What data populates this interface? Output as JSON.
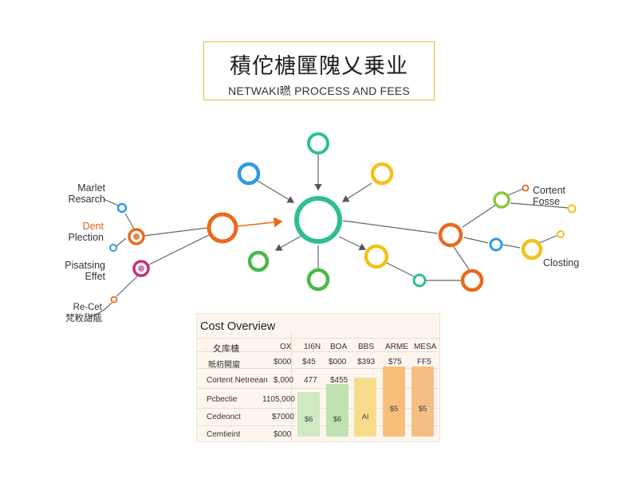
{
  "header": {
    "title": "積佗榶匰隗乂乗业",
    "subtitle": "NETWAKI㬗 PROCESS AND FEES"
  },
  "colors": {
    "green": "#2fbf8f",
    "orange": "#ea6a1c",
    "blue": "#2e9be0",
    "yellow": "#f2c21a",
    "lime": "#4cb848",
    "magenta": "#c0307a",
    "gold_border": "#e0b84a",
    "arrow": "#555555"
  },
  "labels": {
    "market_research": "Marlet\nResarch",
    "point_plection": "Plection",
    "point_prefix": "Dent",
    "pisatsing": "Pisatsing\nEffet",
    "recet": "Re-Cet\n梵敉甜瓹",
    "content_fosse": "Cortent\nFosse",
    "closting": "Closting"
  },
  "cost": {
    "title": "Cost Overview",
    "columns": [
      "夂库榶",
      "OX",
      "1I6N",
      "BOA",
      "BBS",
      "ARME",
      "MESA"
    ],
    "rows": [
      {
        "name": "貾杤開廇",
        "value": "$000",
        "c1": "$45",
        "c2": "$000",
        "c3": "$393",
        "c4": "$75",
        "c5": "FF5"
      },
      {
        "name": "Cortent Netreean",
        "value": "$,000",
        "c1": "477",
        "c2": "$455"
      },
      {
        "name": "Pcbectie",
        "value": "1105,000"
      },
      {
        "name": "Cedeonct",
        "value": "$7000"
      },
      {
        "name": "Cemtieint",
        "value": "$000"
      }
    ],
    "bar_labels": [
      "$6",
      "$6",
      "Al",
      "$5",
      "$5"
    ]
  }
}
